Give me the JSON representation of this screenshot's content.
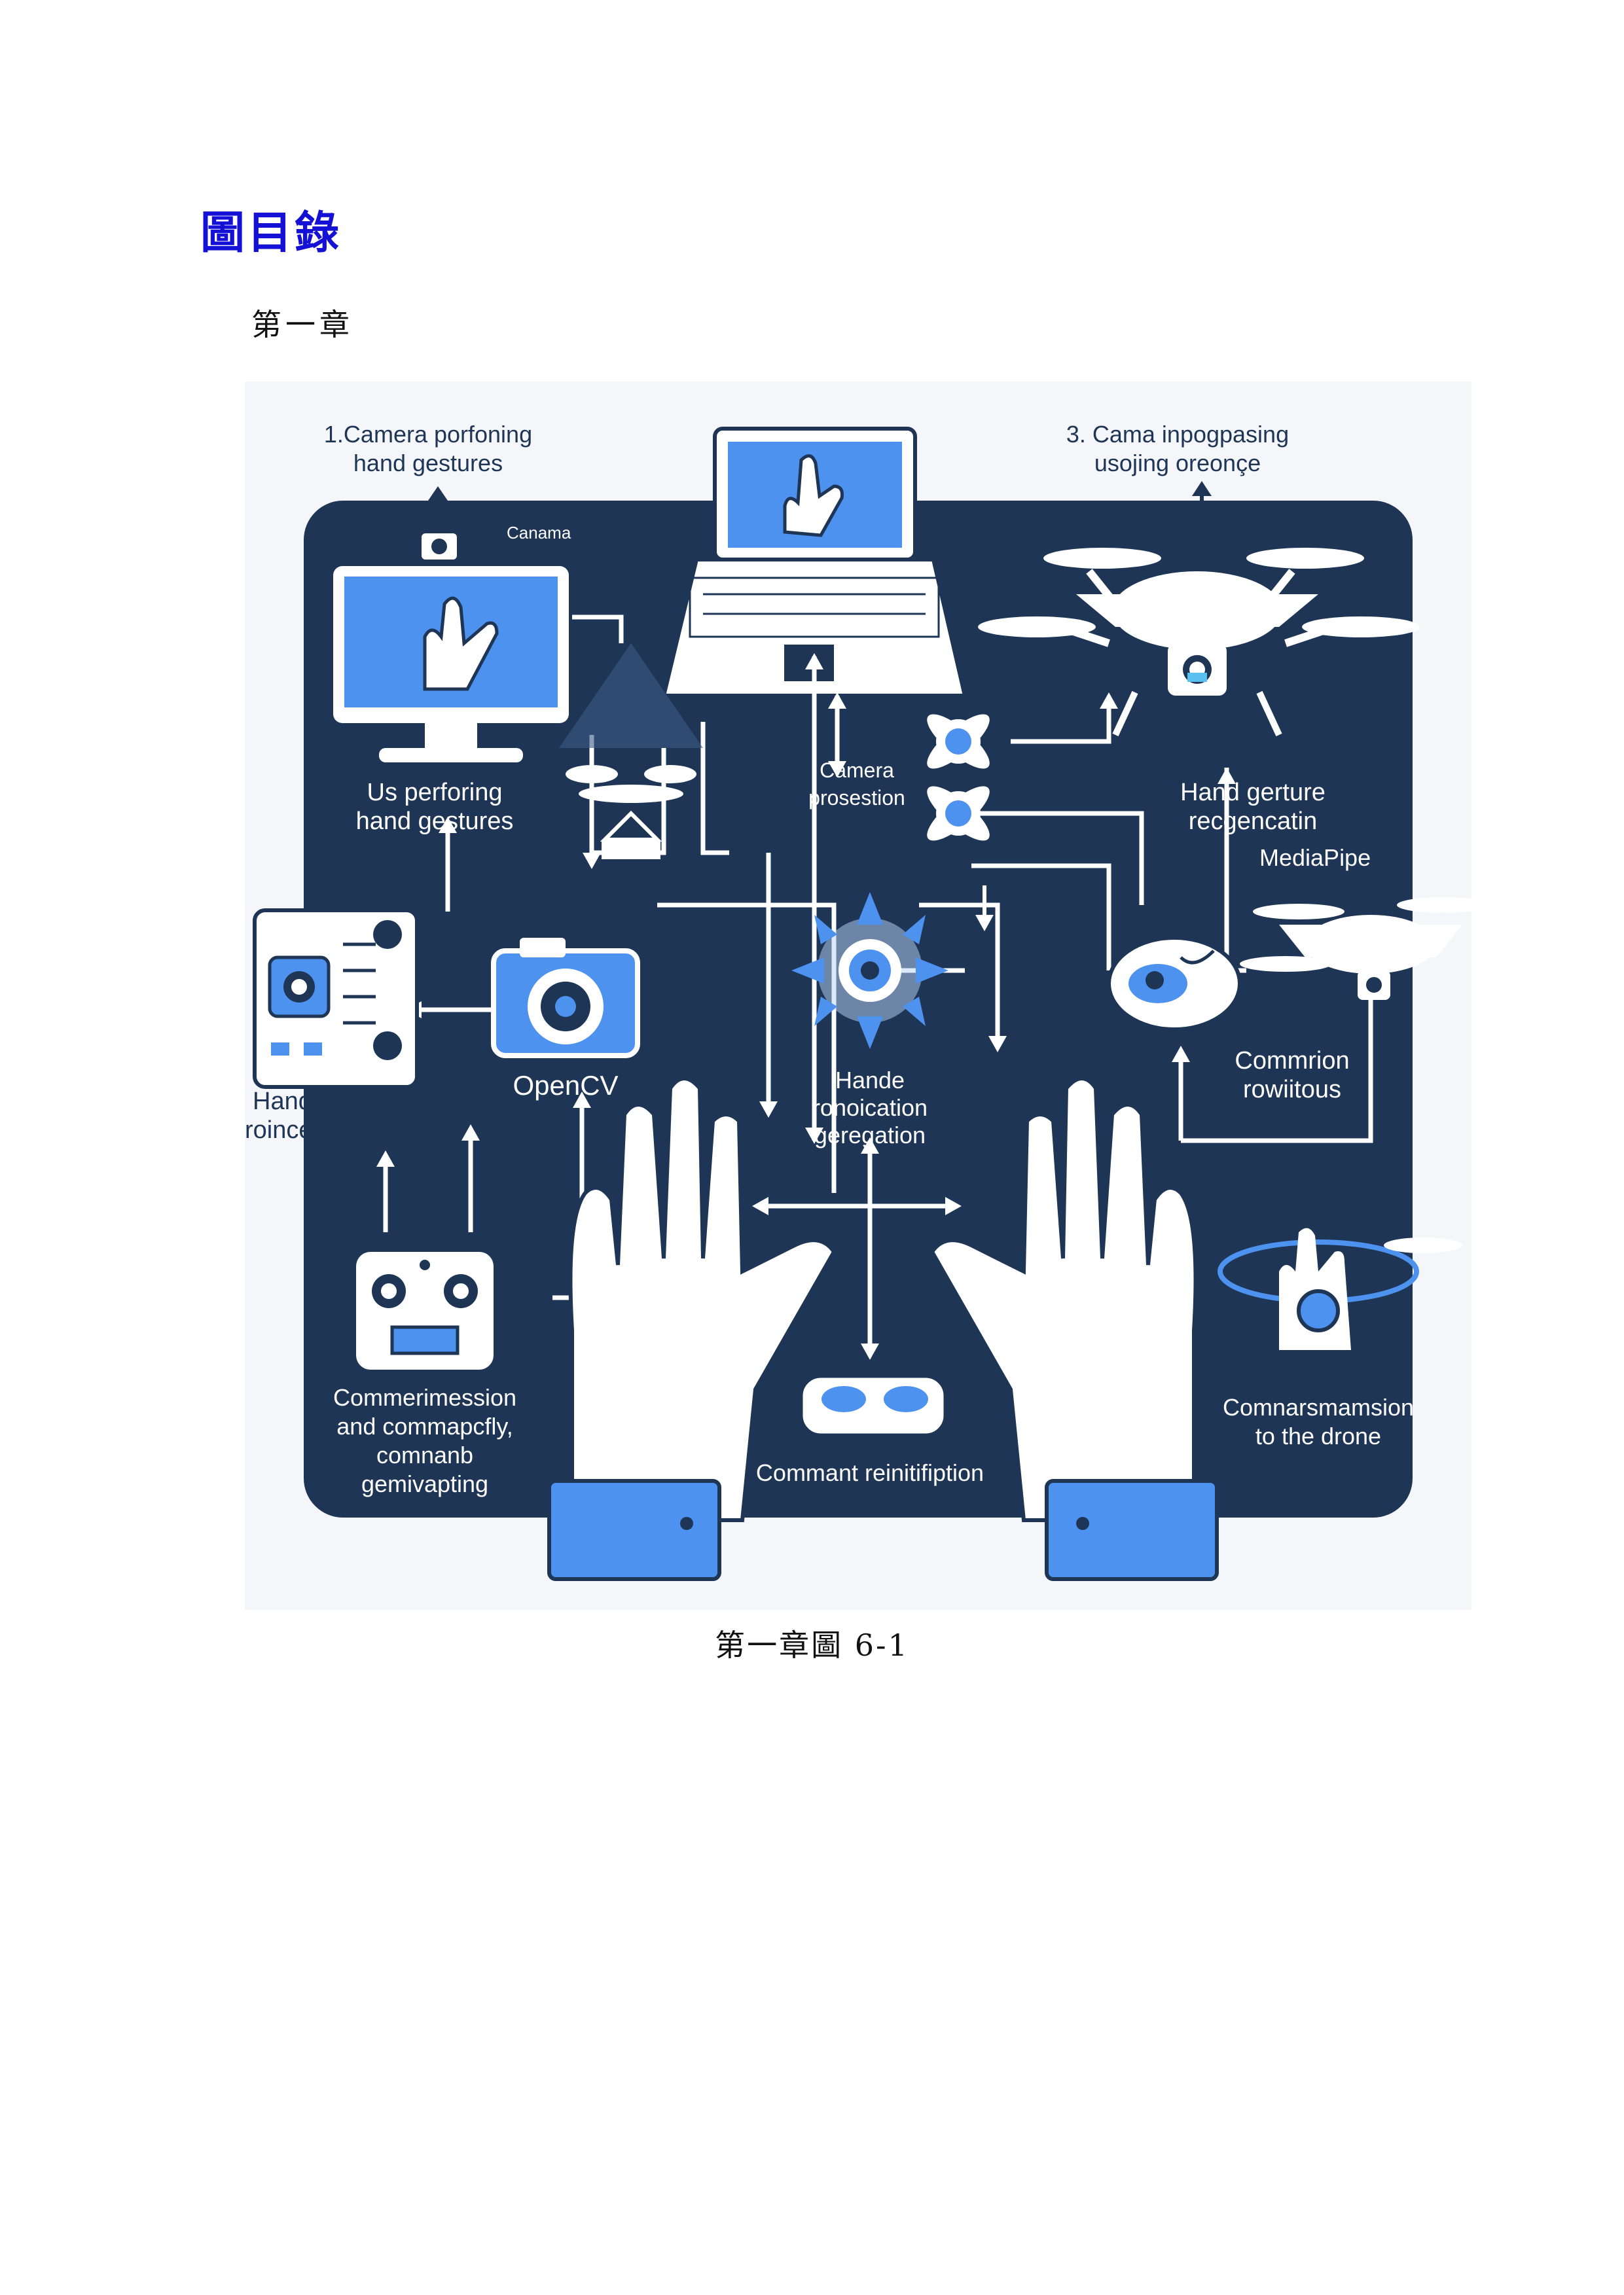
{
  "heading": "圖目錄",
  "chapter": "第一章",
  "caption": "第一章圖 6-1",
  "colors": {
    "heading": "#1410d6",
    "panel": "#1e3556",
    "accent": "#4d92ee"
  },
  "diagram": {
    "top_left": [
      "1.Camera porfoning",
      "hand gestures"
    ],
    "top_right": [
      "3. Cama inpogpasing",
      "usojing oreonçe"
    ],
    "camera_tag": "Canama",
    "us_performing": [
      "Us perforing",
      "hand gestures"
    ],
    "camera_projection": [
      "Camera",
      "prosestion"
    ],
    "hand_gesture_recog_right": [
      "Hand gerture",
      "recgencatin"
    ],
    "mediapipe": "MediaPipe",
    "hand_gerture_left": [
      "Hand gerture",
      "roincegtion"
    ],
    "opencv": "OpenCV",
    "hande": [
      "Hande",
      "ronoication",
      "geregation"
    ],
    "commmion": [
      "Commrion",
      "rowiitous"
    ],
    "commerimession": [
      "Commerimession",
      "and commapcfly,",
      "comnanb",
      "gemivapting"
    ],
    "commant": "Commant reinitifiption",
    "commarsmamsion": [
      "Comnarsmamsion",
      "to the drone"
    ]
  }
}
